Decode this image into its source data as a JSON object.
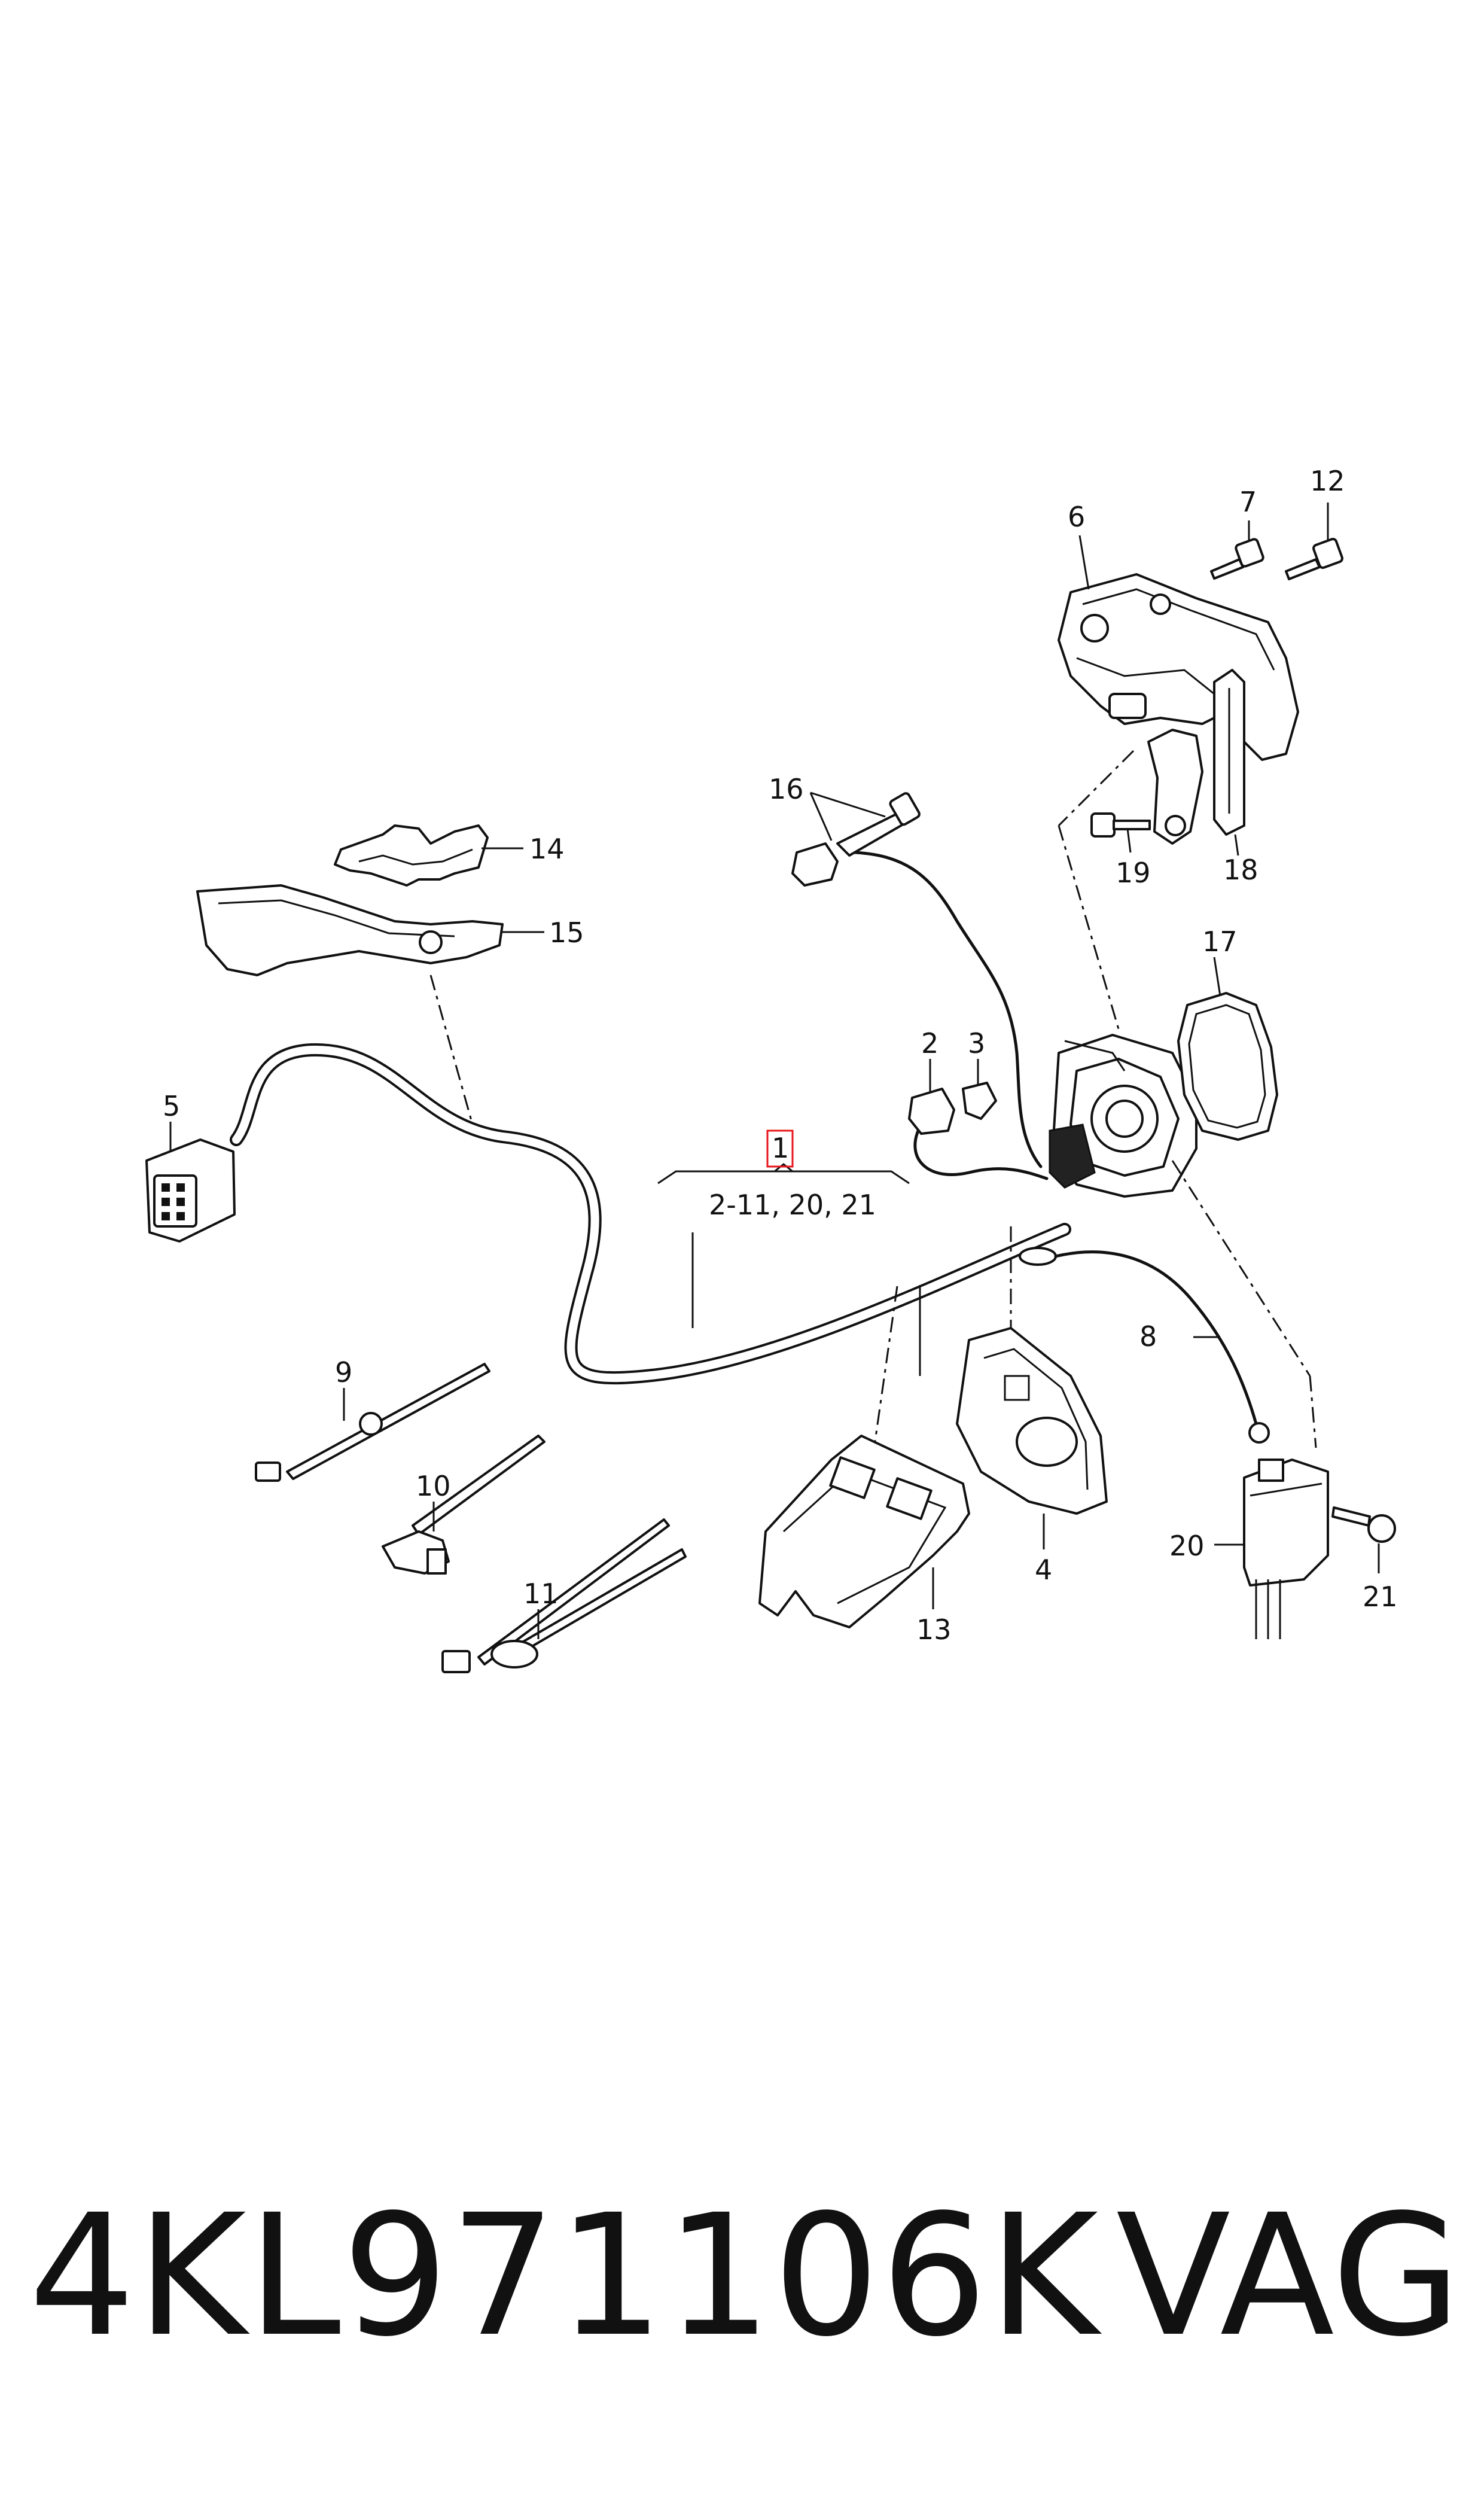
{
  "callouts": {
    "c1": "1",
    "c1_range": "2-11, 20, 21",
    "c2": "2",
    "c3": "3",
    "c4": "4",
    "c5": "5",
    "c6": "6",
    "c7": "7",
    "c8": "8",
    "c9": "9",
    "c10": "10",
    "c11": "11",
    "c12": "12",
    "c13": "13",
    "c14": "14",
    "c15": "15",
    "c16": "16",
    "c17": "17",
    "c18": "18",
    "c19": "19",
    "c20": "20",
    "c21": "21"
  },
  "footer": {
    "part_number": "4KL971106K",
    "brand": "VAG"
  },
  "colors": {
    "highlight": "#e8141b",
    "ink": "#111111",
    "background": "#ffffff"
  }
}
